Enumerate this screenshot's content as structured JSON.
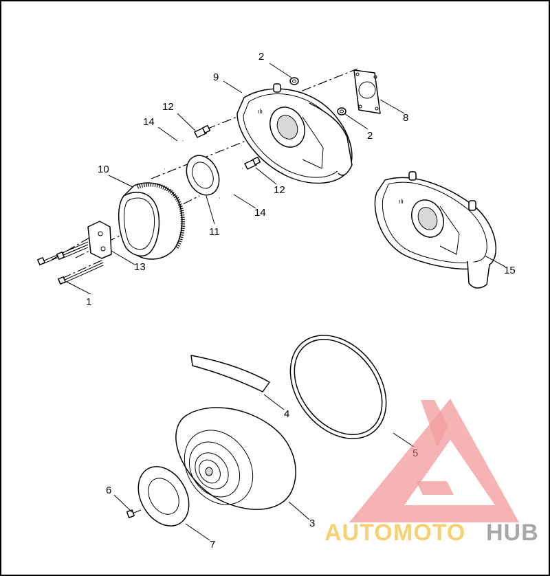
{
  "diagram": {
    "callouts": {
      "c1": "1",
      "c2a": "2",
      "c2b": "2",
      "c3": "3",
      "c4": "4",
      "c5": "5",
      "c6": "6",
      "c7": "7",
      "c8": "8",
      "c9": "9",
      "c10": "10",
      "c11": "11",
      "c12a": "12",
      "c12b": "12",
      "c13": "13",
      "c14a": "14",
      "c14b": "14",
      "c15": "15"
    }
  },
  "watermark": {
    "word_auto": "AUTO",
    "word_moto": "MOTO",
    "word_hub": "HUB",
    "colors": {
      "auto": "#f5c242",
      "moto": "#f5c242",
      "hub": "#8a8a8a",
      "triangle": "#f08080"
    }
  }
}
